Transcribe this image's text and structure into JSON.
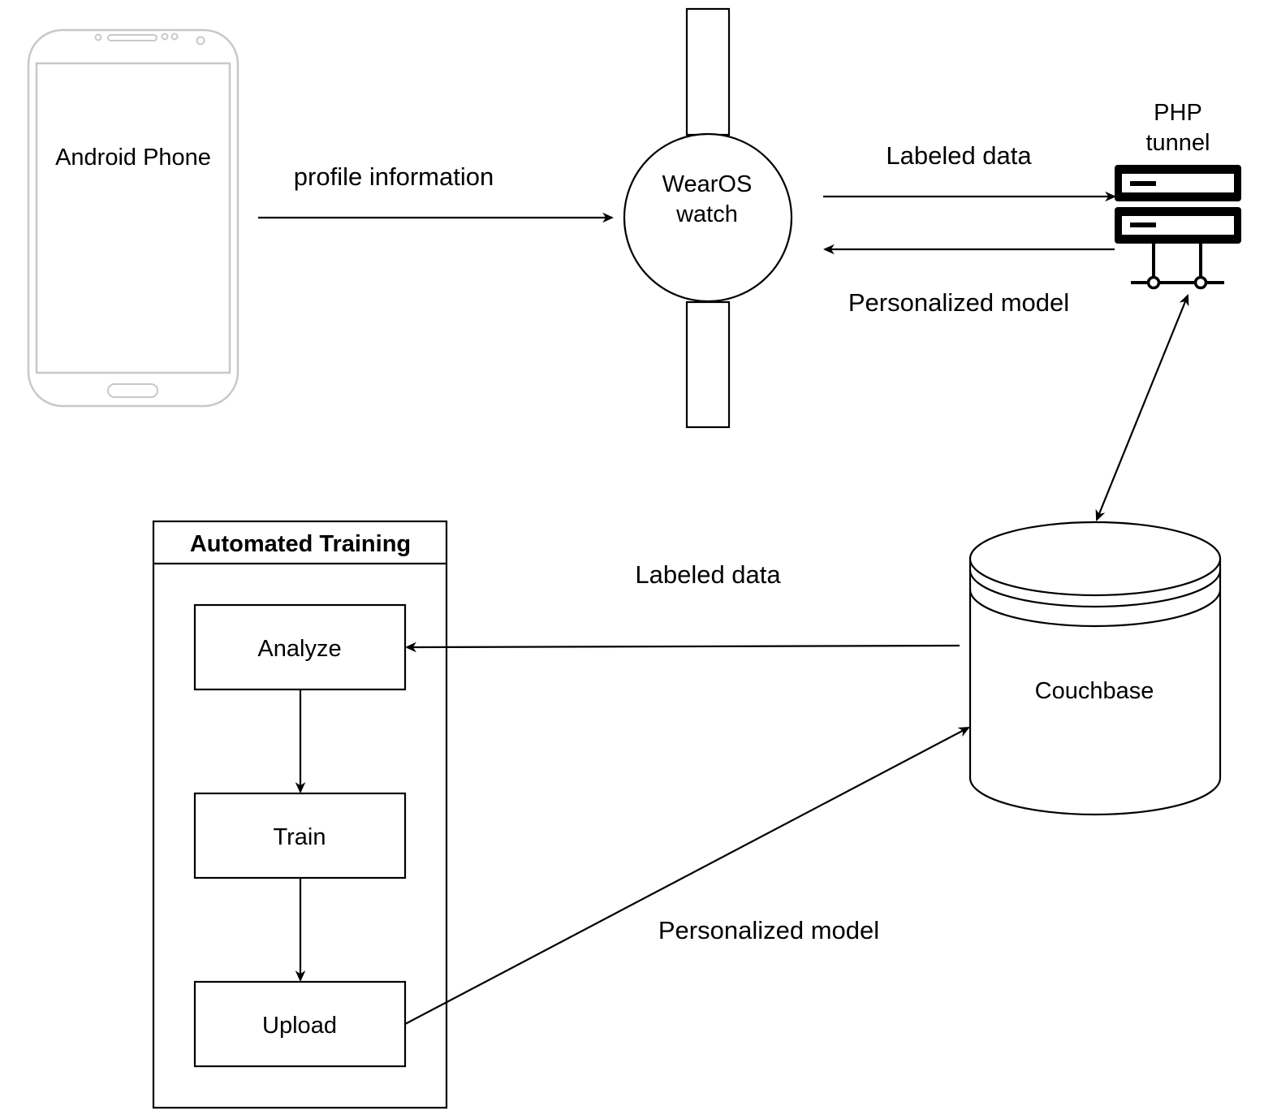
{
  "nodes": {
    "phone": {
      "label": "Android Phone"
    },
    "watch": {
      "label_line1": "WearOS",
      "label_line2": "watch"
    },
    "php": {
      "label_line1": "PHP",
      "label_line2": "tunnel"
    },
    "couchbase": {
      "label": "Couchbase"
    },
    "training": {
      "title": "Automated Training",
      "steps": [
        "Analyze",
        "Train",
        "Upload"
      ]
    }
  },
  "edges": {
    "phone_to_watch": "profile information",
    "watch_to_php": "Labeled data",
    "php_to_watch": "Personalized model",
    "couchbase_to_analyze": "Labeled data",
    "upload_to_couchbase": "Personalized model"
  },
  "colors": {
    "stroke": "#000000",
    "phone_outline": "#c8c8c8",
    "background": "#ffffff"
  }
}
